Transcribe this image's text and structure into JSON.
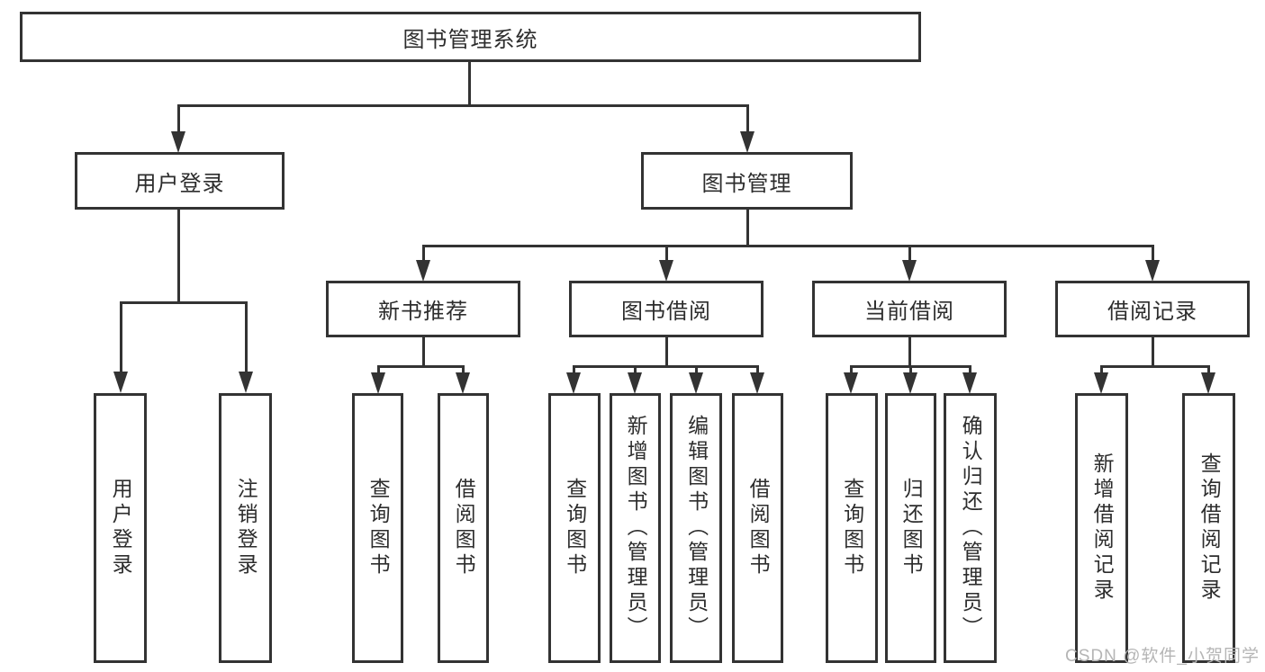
{
  "diagram": {
    "root": "图书管理系统",
    "branches": [
      "用户登录",
      "图书管理"
    ],
    "sections": [
      "新书推荐",
      "图书借阅",
      "当前借阅",
      "借阅记录"
    ],
    "leaves": [
      "用户登录",
      "注销登录",
      "查询图书",
      "借阅图书",
      "查询图书",
      "新增图书（管理员）",
      "编辑图书（管理员）",
      "借阅图书",
      "查询图书",
      "归还图书",
      "确认归还（管理员）",
      "新增借阅记录",
      "查询借阅记录"
    ]
  },
  "watermark": "CSDN @软件_小贺同学",
  "colors": {
    "line": "#333333",
    "text": "#2d2d2d",
    "watermark": "#b5b5b5",
    "background": "#ffffff"
  }
}
